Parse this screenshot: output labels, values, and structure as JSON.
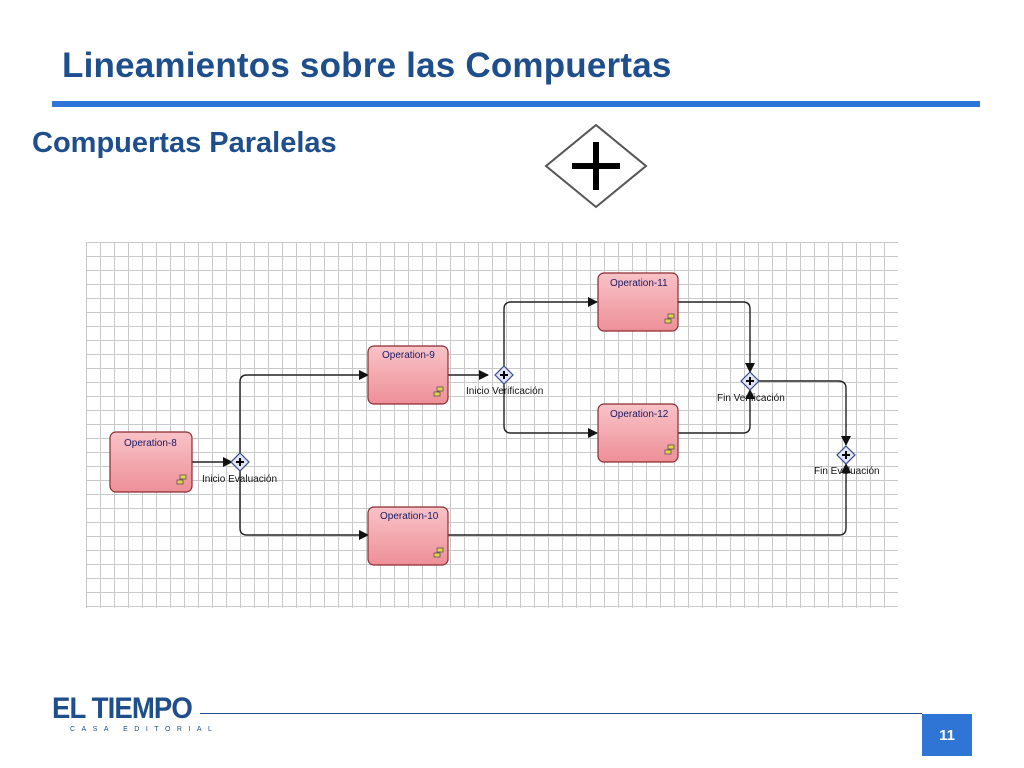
{
  "slide": {
    "title": "Lineamientos sobre las Compuertas",
    "subtitle": "Compuertas Paralelas"
  },
  "diagram": {
    "nodes": {
      "op8": "Operation-8",
      "op9": "Operation-9",
      "op10": "Operation-10",
      "op11": "Operation-11",
      "op12": "Operation-12"
    },
    "gateways": {
      "inicio_evaluacion": "Inicio  Evaluación",
      "inicio_verificacion": "Inicio Verificación",
      "fin_verificacion": "Fin Verificación",
      "fin_evaluacion": "Fin Evaluación"
    }
  },
  "footer": {
    "logo": "EL TIEMPO",
    "logo_sub": "CASA EDITORIAL",
    "page_number": "11"
  },
  "colors": {
    "title": "#1f4e8c",
    "accent": "#2e75d6",
    "node_fill": "#f3a6ad",
    "node_border": "#8a2a30"
  }
}
